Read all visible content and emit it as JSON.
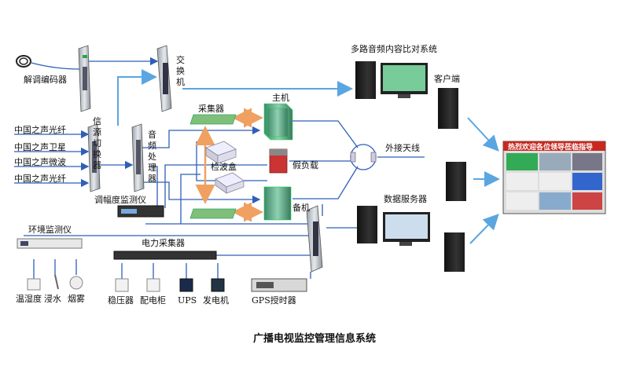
{
  "caption": "广播电视监控管理信息系统",
  "labels": {
    "decoder": "解调编码器",
    "source_fiber_1": "中国之声光纤",
    "source_satellite": "中国之声卫星",
    "source_microwave": "中国之声微波",
    "source_fiber_2": "中国之声光纤",
    "source_switcher": "信源切换器",
    "audio_processor": "音频处理器",
    "switch": "交换机",
    "collector": "采集器",
    "main_tx": "主机",
    "detector_box": "检波盒",
    "dummy_load": "假负载",
    "backup_tx": "备机",
    "am_monitor": "调幅度监测仪",
    "external_antenna": "外接天线",
    "audio_compare": "多路音频内容比对系统",
    "client": "客户端",
    "data_server": "数据服务器",
    "env_monitor": "环境监测仪",
    "power_collector": "电力采集器",
    "temp_humidity": "温湿度",
    "water_leak": "浸水",
    "smoke": "烟雾",
    "stabilizer": "稳压器",
    "dist_cabinet": "配电柜",
    "ups": "UPS",
    "generator": "发电机",
    "gps_timer": "GPS授时器",
    "screen_banner": "热烈欢迎各位领导莅临指导"
  },
  "colors": {
    "blue_line": "#2f5fb8",
    "light_blue_arrow": "#5aa6e0",
    "orange_arrow": "#f0a060",
    "banner_red": "#c8281e"
  },
  "icons": [
    "cable-coil-icon",
    "decoder-device-icon",
    "switch-device-icon",
    "server-tower-icon",
    "monitor-icon",
    "transmitter-cabinet-icon",
    "collector-board-icon",
    "detector-box-icon",
    "dummy-load-icon",
    "sensor-icon",
    "ups-icon",
    "generator-icon",
    "gps-device-icon",
    "display-wall-icon"
  ]
}
